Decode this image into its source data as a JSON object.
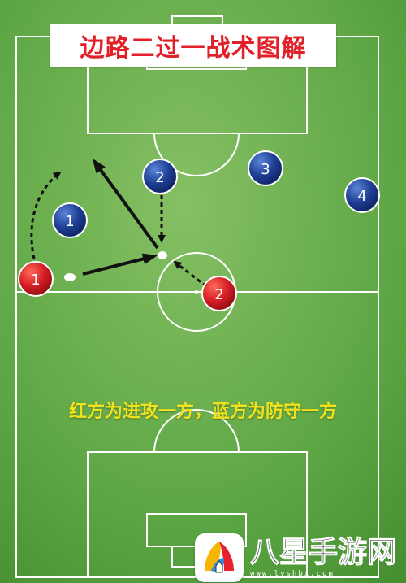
{
  "title": "边路二过一战术图解",
  "caption": "红方为进攻一方，蓝方为防守一方",
  "colors": {
    "pitch_light": "#86c064",
    "pitch_dark": "#3f8a2c",
    "line": "#ffffff",
    "title_text": "#e2202a",
    "caption_text": "#f2e21c",
    "red_team": "#d71d24",
    "blue_team": "#1e3f94",
    "arrow": "#111111"
  },
  "players": {
    "red": [
      {
        "label": "1",
        "team": "red"
      },
      {
        "label": "2",
        "team": "red"
      }
    ],
    "blue": [
      {
        "label": "1",
        "team": "blue"
      },
      {
        "label": "2",
        "team": "blue"
      },
      {
        "label": "3",
        "team": "blue"
      },
      {
        "label": "4",
        "team": "blue"
      }
    ]
  },
  "watermark": {
    "name": "八星手游网",
    "url": "www.lyshbx.com"
  }
}
